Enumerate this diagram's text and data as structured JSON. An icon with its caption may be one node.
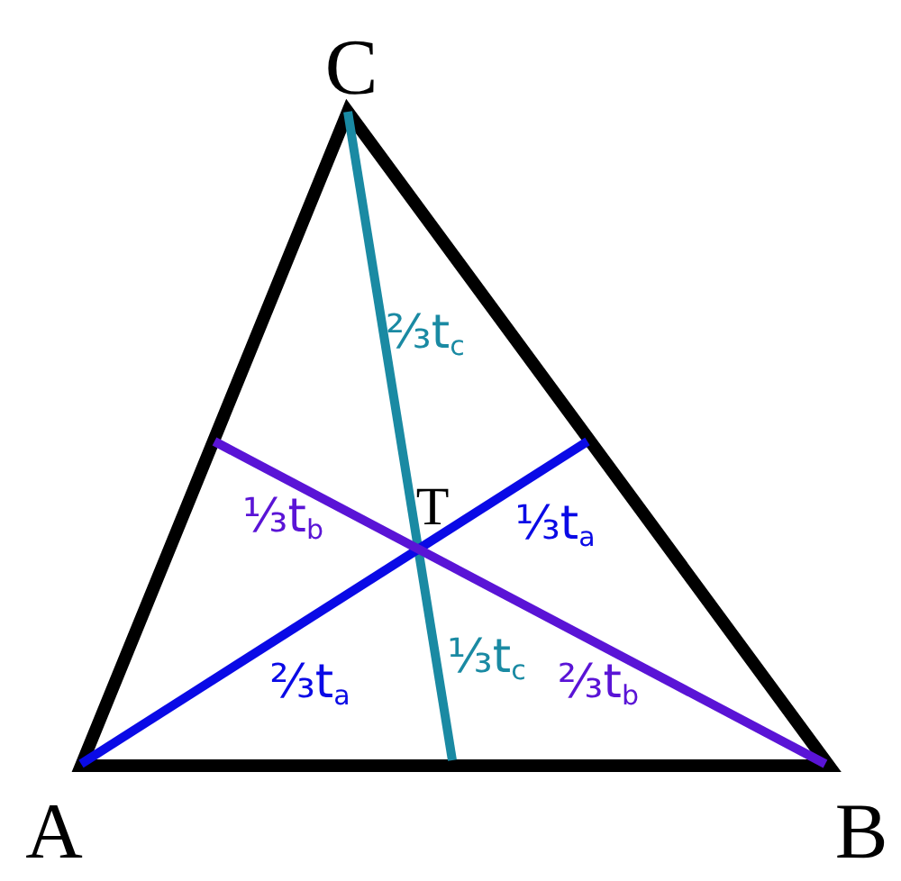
{
  "diagram": {
    "labels": [
      "C",
      "⅔t$_{c}$",
      "T",
      "⅓t$_{b}$",
      "⅓t$_{a}$",
      "⅔t$_{a}$",
      "⅓t$_{c}$",
      "⅔t$_{b}$",
      "A",
      "B"
    ]
  }
}
